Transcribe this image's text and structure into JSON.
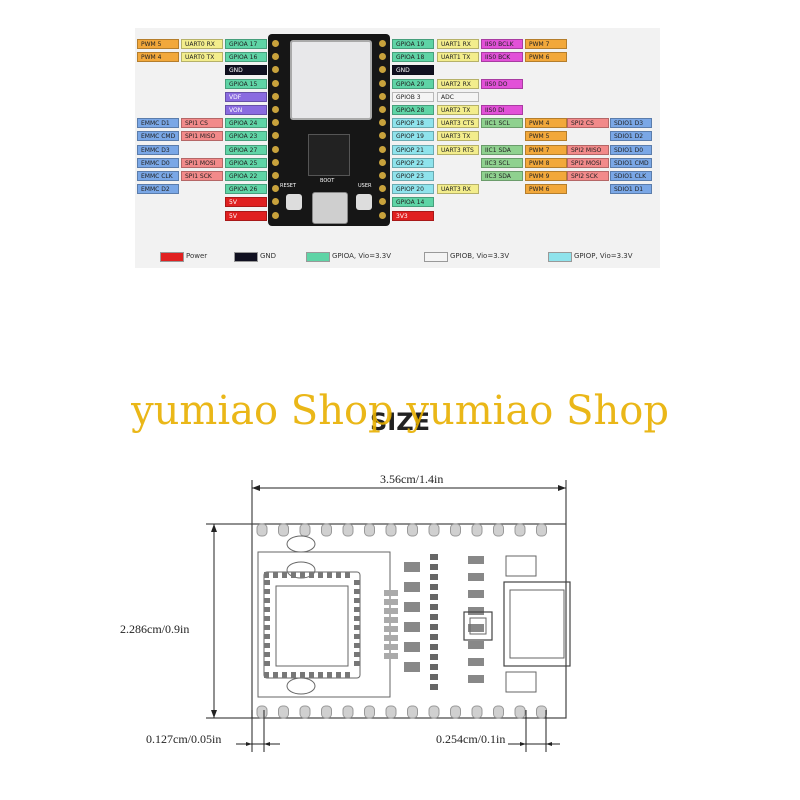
{
  "pinout": {
    "left_labels": [
      [
        "PWM 5",
        "UART0 RX",
        "GPIOA 17"
      ],
      [
        "PWM 4",
        "UART0 TX",
        "GPIOA 16"
      ],
      [
        "",
        "",
        "GND"
      ],
      [
        "",
        "",
        "GPIOA 15"
      ],
      [
        "",
        "",
        "VDF"
      ],
      [
        "",
        "",
        "VON"
      ],
      [
        "EMMC D1",
        "SPI1 CS",
        "GPIOA 24"
      ],
      [
        "EMMC CMD",
        "SPI1 MISO",
        "GPIOA 23"
      ],
      [
        "EMMC D3",
        "",
        "GPIOA 27"
      ],
      [
        "EMMC D0",
        "SPI1 MOSI",
        "GPIOA 25"
      ],
      [
        "EMMC CLK",
        "SPI1 SCK",
        "GPIOA 22"
      ],
      [
        "EMMC D2",
        "",
        "GPIOA 26"
      ],
      [
        "",
        "",
        "5V"
      ],
      [
        "",
        "",
        "5V"
      ]
    ],
    "right_labels": [
      [
        "GPIOA 19",
        "UART1 RX",
        "IIS0 BCLK",
        "PWM 7",
        ""
      ],
      [
        "GPIOA 18",
        "UART1 TX",
        "IIS0 BCK",
        "PWM 6",
        ""
      ],
      [
        "GND",
        "",
        "",
        "",
        ""
      ],
      [
        "GPIOA 29",
        "UART2 RX",
        "IIS0 DO",
        "",
        ""
      ],
      [
        "GPIOB 3",
        "ADC",
        "",
        "",
        ""
      ],
      [
        "GPIOA 28",
        "UART2 TX",
        "IIS0 DI",
        "",
        ""
      ],
      [
        "GPIOP 18",
        "UART3 CTS",
        "IIC1 SCL",
        "PWM 4",
        "SPI2 CS",
        "SDIO1 D3"
      ],
      [
        "GPIOP 19",
        "UART3 TX",
        "",
        "PWM 5",
        "",
        "SDIO1 D2"
      ],
      [
        "GPIOP 21",
        "UART3 RTS",
        "IIC1 SDA",
        "PWM 7",
        "SPI2 MISO",
        "SDIO1 D0"
      ],
      [
        "GPIOP 22",
        "",
        "IIC3 SCL",
        "PWM 8",
        "SPI2 MOSI",
        "SDIO1 CMD"
      ],
      [
        "GPIOP 23",
        "",
        "IIC3 SDA",
        "PWM 9",
        "SPI2 SCK",
        "SDIO1 CLK"
      ],
      [
        "GPIOP 20",
        "UART3 RX",
        "",
        "PWM 6",
        "",
        "SDIO1 D1"
      ],
      [
        "GPIOA 14",
        "",
        "",
        "",
        ""
      ],
      [
        "3V3",
        "",
        "",
        "",
        ""
      ]
    ],
    "board": {
      "reset_label": "RESET",
      "user_label": "USER",
      "boot_label": "BOOT"
    }
  },
  "legend": {
    "power": "Power",
    "gnd": "GND",
    "gpioa": "GPIOA, Vio=3.3V",
    "gpiob": "GPIOB, Vio=3.3V",
    "gpiop": "GPIOP, Vio=3.3V"
  },
  "colors": {
    "power": "#e02020",
    "gnd": "#101020",
    "gpioa": "#5fd4a6",
    "gpiob": "#f4f4f4",
    "gpiop": "#8fe3ec",
    "pwm": "#f2a83b",
    "uart": "#f3ed8c",
    "spi": "#f28a8a",
    "iic": "#8fd18f",
    "iis": "#e251d8",
    "emmc": "#7aa7e6",
    "sdio": "#7aa7e6",
    "vdd": "#8a6be0",
    "watermark": "#e8b000"
  },
  "watermark": "yumiao Shop yumiao Shop",
  "size_section": {
    "title": "SIZE",
    "width_label": "3.56cm/1.4in",
    "height_label": "2.286cm/0.9in",
    "pad_label": "0.127cm/0.05in",
    "pitch_label": "0.254cm/0.1in"
  }
}
